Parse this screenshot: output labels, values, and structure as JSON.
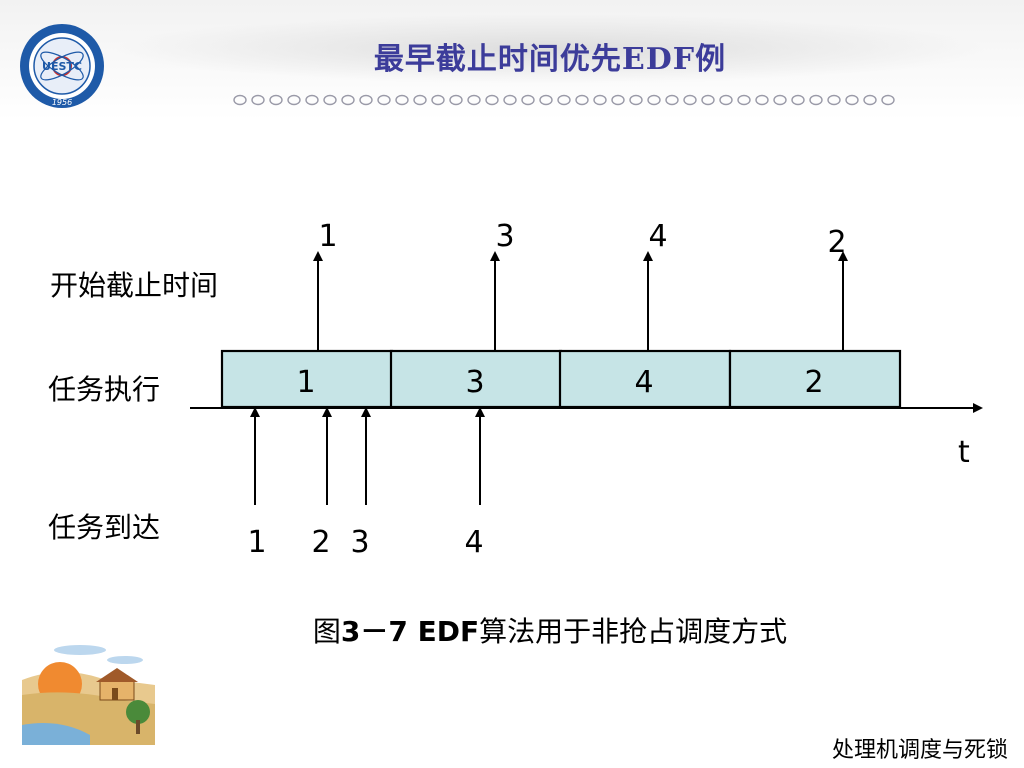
{
  "header": {
    "title": "最早截止时间优先EDF例",
    "logo_text": "UESTC",
    "logo_year": "1956"
  },
  "labels": {
    "deadline_row": "开始截止时间",
    "execution_row": "任务执行",
    "arrival_row": "任务到达",
    "time_axis": "t"
  },
  "deadlines": [
    {
      "task": "1",
      "order": 1
    },
    {
      "task": "3",
      "order": 2
    },
    {
      "task": "4",
      "order": 3
    },
    {
      "task": "2",
      "order": 4
    }
  ],
  "executions": [
    {
      "task": "1"
    },
    {
      "task": "3"
    },
    {
      "task": "4"
    },
    {
      "task": "2"
    }
  ],
  "arrivals": [
    {
      "task": "1"
    },
    {
      "task": "2"
    },
    {
      "task": "3"
    },
    {
      "task": "4"
    }
  ],
  "caption": {
    "prefix": "图",
    "number": "3－7 EDF",
    "suffix": "算法用于非抢占调度方式"
  },
  "footer": {
    "text": "处理机调度与死锁"
  },
  "colors": {
    "title": "#3c3c9a",
    "block_fill": "#c6e4e6",
    "line": "#000000"
  }
}
